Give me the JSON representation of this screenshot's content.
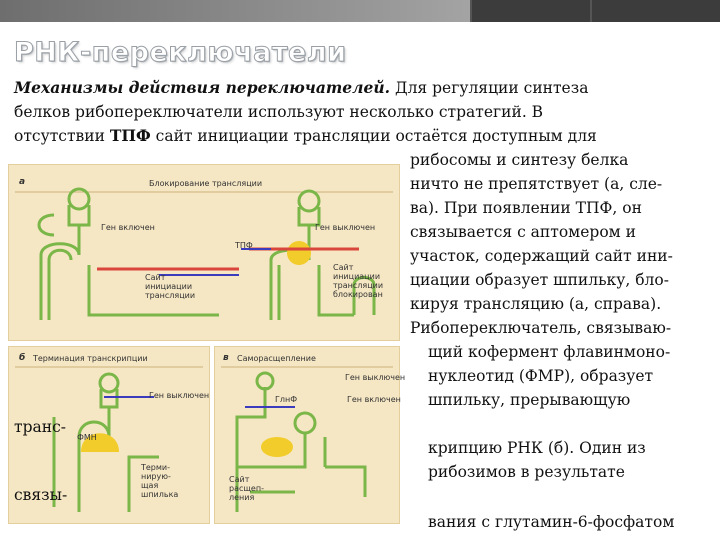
{
  "slide": {
    "title": "РНК-переключатели",
    "para_lines": [
      {
        "bold_italic": "Механизмы действия переключателей.",
        "text": " Для регуляции синтеза"
      },
      {
        "text": "белков рибопереключатели используют несколько стратегий. В"
      },
      {
        "pre": "отсутствии ",
        "bold": "ТПФ",
        "post": " сайт инициации трансляции остаётся доступным для"
      }
    ],
    "right_lines": [
      "рибосомы и синтезу  белка",
      "ничто не препятствует (а, сле-",
      "ва). При появлении ТПФ, он",
      "связывается с аптомером и",
      "участок, содержащий сайт ини-",
      "циации образует шпильку, бло-",
      "кируя трансляцию (а, справа).",
      "Рибопереключатель, связываю-",
      "щий кофермент флавинмоно-",
      "нуклеотид (ФМР), образует",
      "шпильку, прерывающую",
      "крипцию  РНК (б).  Один из",
      "рибозимов в  результате",
      "вания с глутамин-6-фосфатом"
    ],
    "left_fragments": [
      "транс-",
      "связы-"
    ]
  },
  "figure": {
    "panel_a": {
      "letter": "а",
      "heading": "Блокирование трансляции",
      "gene_on": "Ген включен",
      "gene_off": "Ген выключен",
      "ligand": "ТПФ",
      "site_open": [
        "Сайт",
        "инициации",
        "трансляции"
      ],
      "site_blocked": [
        "Сайт",
        "инициации",
        "трансляции",
        "блокирован"
      ]
    },
    "panel_b": {
      "letter": "б",
      "heading": "Терминация транскрипции",
      "ligand": "ФМН",
      "terminator": [
        "Терми-",
        "нирую-",
        "щая",
        "шпилька"
      ],
      "gene_off": "Ген выключен"
    },
    "panel_c": {
      "letter": "в",
      "heading": "Саморасщепление",
      "gene_off": "Ген выключен",
      "gene_on": "Ген включен",
      "ligand": "ГлнФ",
      "cleavage_site": [
        "Сайт",
        "расщеп-",
        "ления"
      ]
    },
    "colors": {
      "rna": "#7ab648",
      "ligand": "#f2cc2a",
      "background": "#f6e7c4",
      "mrna": "#d9463b",
      "ribosome_line": "#3b3bbd"
    }
  }
}
